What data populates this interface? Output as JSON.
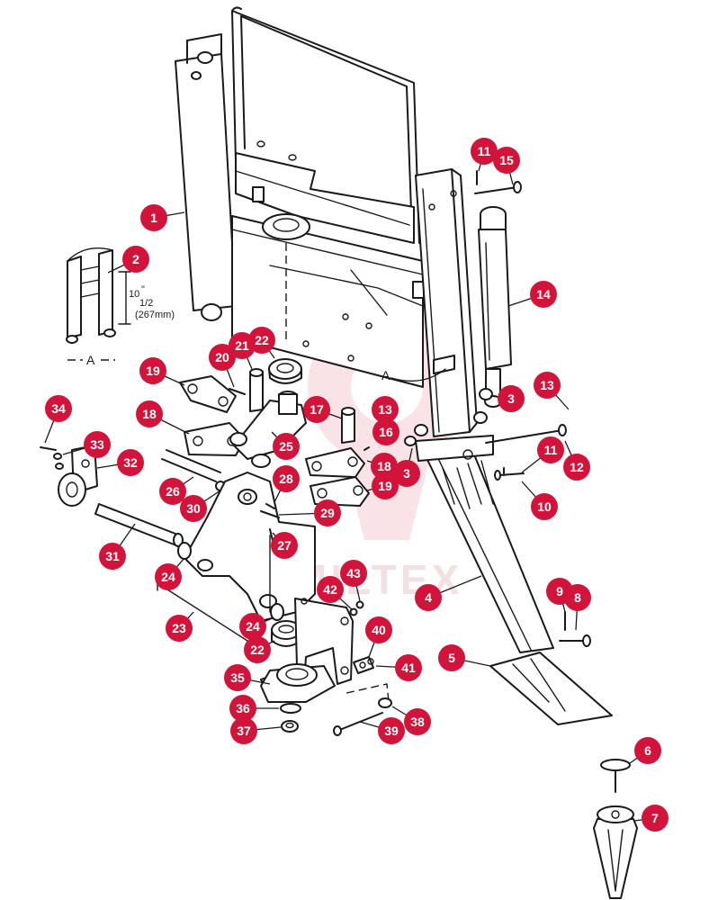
{
  "colors": {
    "callout": "#d2143a",
    "callout_text": "#ffffff",
    "line": "#1a1a1a",
    "watermark": "#f3c2c8"
  },
  "watermark": {
    "text": "MILTEX"
  },
  "view_labels": {
    "inset": "A",
    "main": "A"
  },
  "inset": {
    "dim_whole": "10",
    "dim_frac": "1/2",
    "dim_unit": "\"",
    "dim_metric": "(267mm)"
  },
  "callouts": [
    "1",
    "2",
    "21",
    "22",
    "20",
    "19",
    "18",
    "17",
    "13",
    "16",
    "25",
    "34",
    "33",
    "32",
    "26",
    "30",
    "28",
    "18",
    "3",
    "19",
    "29",
    "27",
    "31",
    "24",
    "23",
    "24",
    "22",
    "4",
    "35",
    "36",
    "37",
    "39",
    "38",
    "43",
    "42",
    "40",
    "41",
    "11",
    "15",
    "14",
    "3",
    "13",
    "12",
    "11",
    "10",
    "9",
    "8",
    "5",
    "6",
    "7"
  ]
}
